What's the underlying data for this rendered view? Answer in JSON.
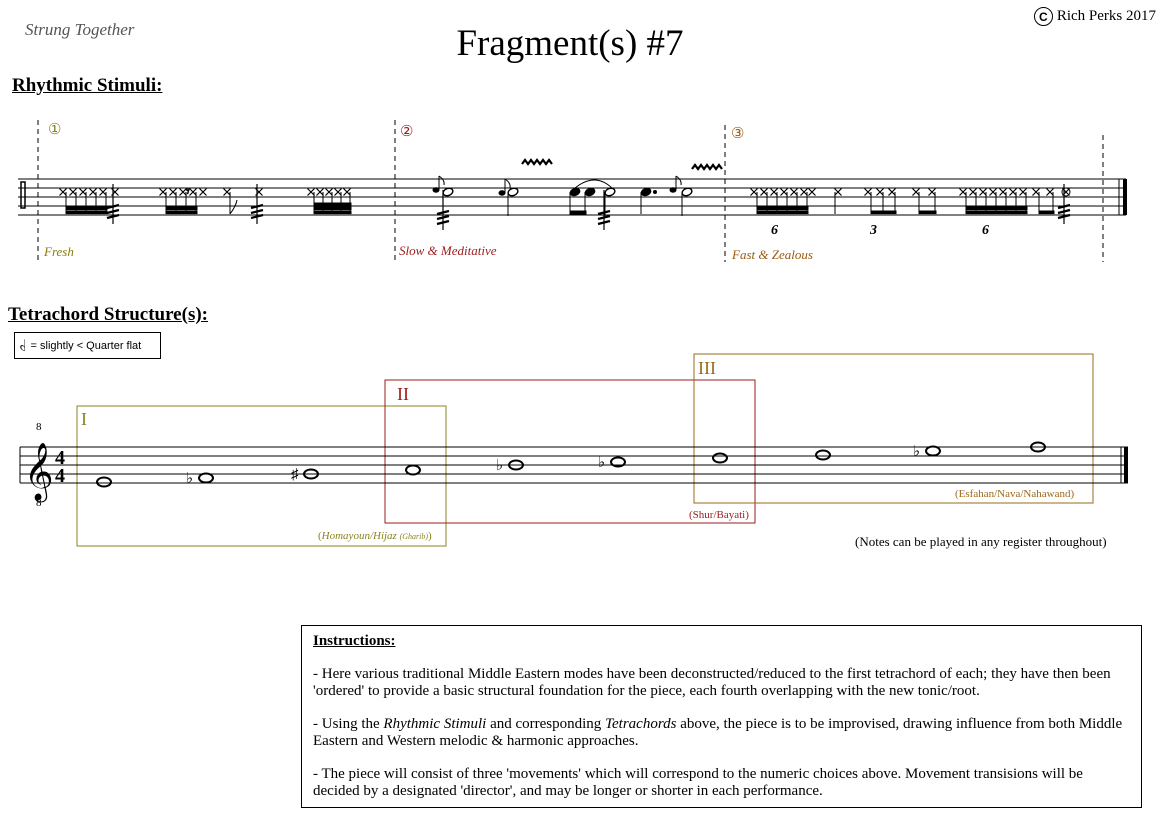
{
  "header": {
    "subtitle": "Strung Together",
    "title": "Fragment(s) #7",
    "copyright_symbol": "C",
    "copyright_text": "Rich Perks 2017"
  },
  "rhythmic": {
    "heading": "Rhythmic Stimuli:",
    "sections": [
      {
        "number": "①",
        "tempo": "Fresh",
        "color": "#8a7d10"
      },
      {
        "number": "②",
        "tempo": "Slow & Meditative",
        "color": "#9b1c1c"
      },
      {
        "number": "③",
        "tempo": "Fast & Zealous",
        "color": "#9a5a10"
      }
    ],
    "tuplets": [
      "6",
      "3",
      "6"
    ]
  },
  "tetrachord": {
    "heading": "Tetrachord Structure(s):",
    "legend_text": "= slightly < Quarter flat",
    "clef_octave_top": "8",
    "clef_octave_bottom": "8",
    "time_sig_top": "4",
    "time_sig_bottom": "4",
    "boxes": [
      {
        "label": "I",
        "modes": "Homayoun/Hijaz",
        "sub": "(Gharib)",
        "color": "#8a8420"
      },
      {
        "label": "II",
        "modes": "(Shur/Bayati)",
        "color": "#9b1c1c"
      },
      {
        "label": "III",
        "modes": "(Esfahan/Nava/Nahawand)",
        "color": "#9a6a1a"
      }
    ],
    "note": "(Notes can be played in any register throughout)"
  },
  "instructions": {
    "heading": "Instructions:",
    "p1": "- Here various traditional Middle Eastern modes have been deconstructed/reduced to the first tetrachord of each; they have then been 'ordered' to provide a basic structural foundation for the piece, each fourth overlapping with the new tonic/root.",
    "p2_a": "- Using the ",
    "p2_em1": "Rhythmic Stimuli",
    "p2_b": " and corresponding ",
    "p2_em2": "Tetrachords",
    "p2_c": " above, the piece is to be improvised, drawing influence from both Middle Eastern and Western melodic & harmonic approaches.",
    "p3": "- The piece will consist of three 'movements' which will correspond to the numeric choices above. Movement transisions will be decided by a designated 'director', and may be longer or shorter in each performance."
  }
}
